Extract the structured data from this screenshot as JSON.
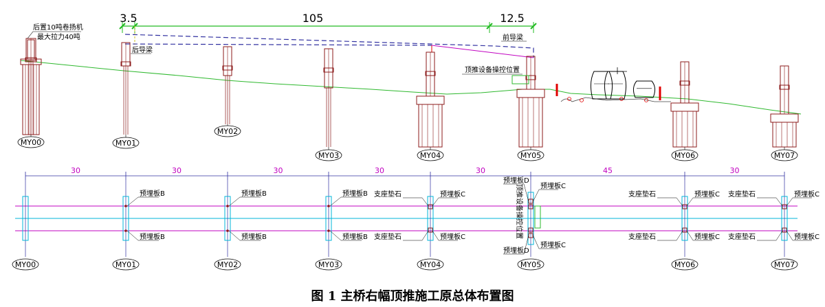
{
  "caption": "图 1  主桥右幅顶推施工原总体布置图",
  "elevation": {
    "dims": {
      "left": "3.5",
      "mid": "105",
      "right": "12.5"
    },
    "winch_line1": "后置10吨卷扬机",
    "winch_line2": "最大拉力40吨",
    "rear_nose": "后导梁",
    "front_nose": "前导梁",
    "control_position": "顶推设备操控位置"
  },
  "piers": [
    "MY00",
    "MY01",
    "MY02",
    "MY03",
    "MY04",
    "MY05",
    "MY06",
    "MY07"
  ],
  "plan": {
    "spans": [
      "30",
      "30",
      "30",
      "30",
      "30",
      "45",
      "30"
    ],
    "embed_b": "预埋板B",
    "embed_c": "预埋板C",
    "embed_d": "预埋板D",
    "bearing_pad": "支座垫石",
    "control_position_vertical": "顶推设备操控位置"
  },
  "colors": {
    "pier": "#8b1a1a",
    "ground": "#2db82d",
    "dim": "#22bb22",
    "dashed": "#3030a0",
    "magenta": "#c000c0",
    "cyan": "#00b4d8",
    "barrier": "#e00000",
    "centerline": "#3030a0"
  }
}
